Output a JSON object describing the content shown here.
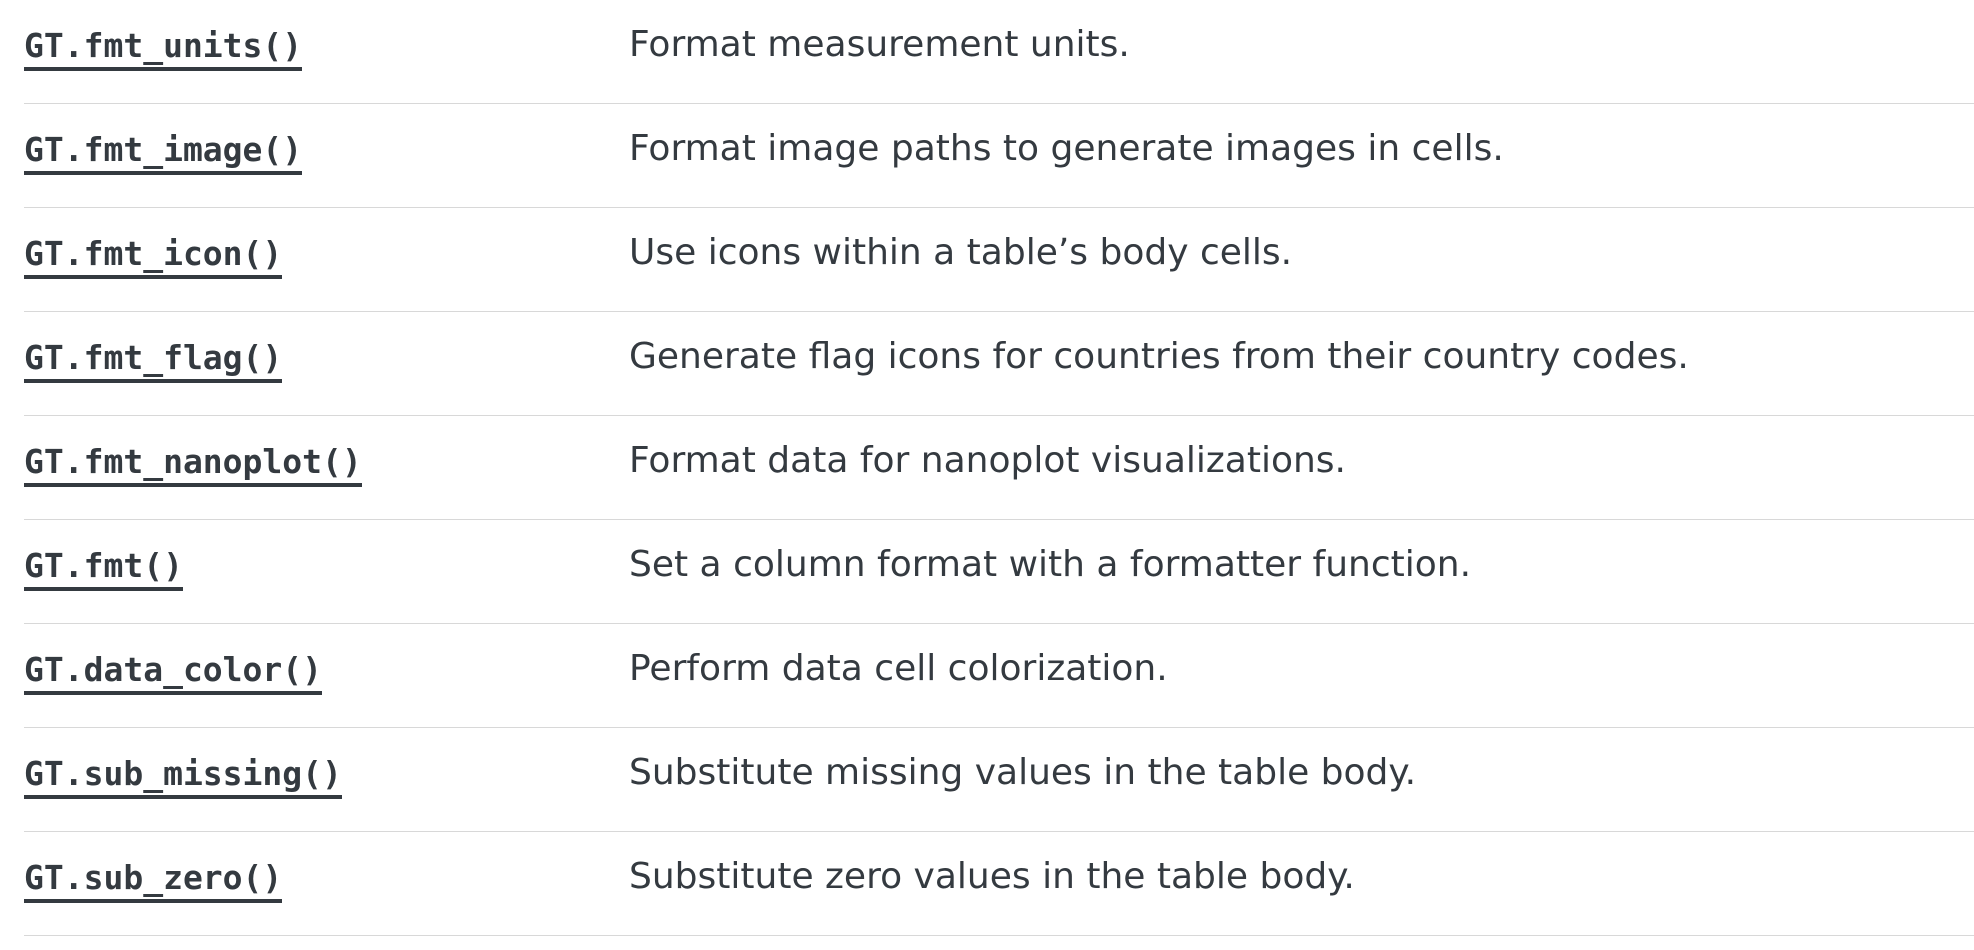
{
  "reference": {
    "rows": [
      {
        "name": "GT.fmt_units()",
        "description": "Format measurement units."
      },
      {
        "name": "GT.fmt_image()",
        "description": "Format image paths to generate images in cells."
      },
      {
        "name": "GT.fmt_icon()",
        "description": "Use icons within a table’s body cells."
      },
      {
        "name": "GT.fmt_flag()",
        "description": "Generate flag icons for countries from their country codes."
      },
      {
        "name": "GT.fmt_nanoplot()",
        "description": "Format data for nanoplot visualizations."
      },
      {
        "name": "GT.fmt()",
        "description": "Set a column format with a formatter function."
      },
      {
        "name": "GT.data_color()",
        "description": "Perform data cell colorization."
      },
      {
        "name": "GT.sub_missing()",
        "description": "Substitute missing values in the table body."
      },
      {
        "name": "GT.sub_zero()",
        "description": "Substitute zero values in the table body."
      }
    ]
  }
}
